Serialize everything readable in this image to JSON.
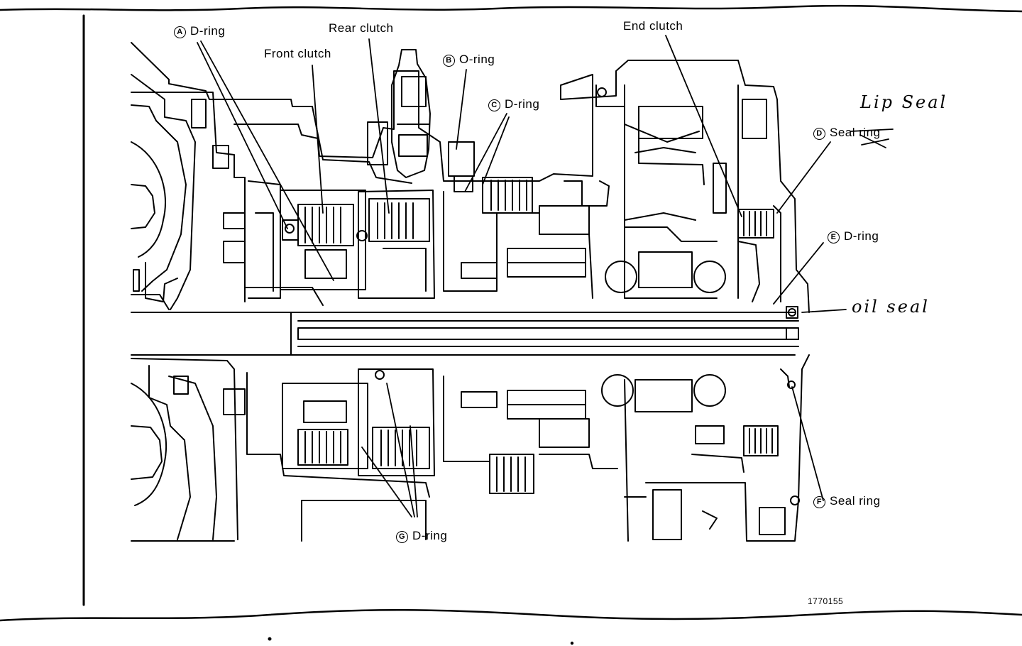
{
  "diagram": {
    "figure_number": "1770155",
    "labels": {
      "a": {
        "letter": "A",
        "text": "D-ring"
      },
      "rear_clutch": "Rear clutch",
      "front_clutch": "Front clutch",
      "b": {
        "letter": "B",
        "text": "O-ring"
      },
      "c": {
        "letter": "C",
        "text": "D-ring"
      },
      "end_clutch": "End clutch",
      "d": {
        "letter": "D",
        "text": "Seal ring"
      },
      "e": {
        "letter": "E",
        "text": "D-ring"
      },
      "f": {
        "letter": "F",
        "text": "Seal ring"
      },
      "g": {
        "letter": "G",
        "text": "D-ring"
      }
    },
    "handwritten": {
      "lip_seal": "Lip Seal",
      "oil_seal": "oil seal"
    }
  }
}
